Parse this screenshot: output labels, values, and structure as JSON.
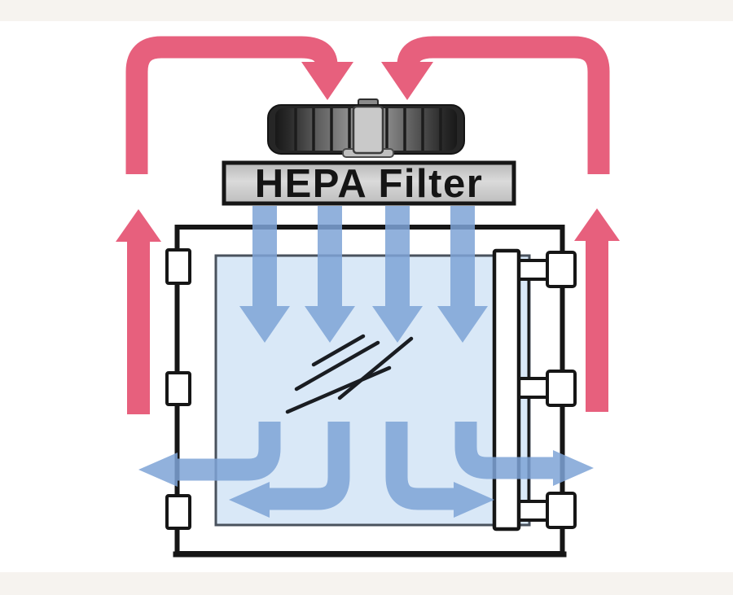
{
  "page": {
    "title": "HEPA filter laminar airflow diagram"
  },
  "filter_label": {
    "text": "HEPA Filter"
  },
  "diagram": {
    "fan": "blower-fan",
    "cabinet": "cabinet-with-glass-sash",
    "downflow_arrow_count": 4,
    "bottom_outflow_arrow_count": 4,
    "return_air_arrow_count": 2,
    "return_duct_count": 2
  },
  "colors": {
    "pink": "#e7607d",
    "blue": "#7ea4d7",
    "glass": "#d9e8f7",
    "glass_edge": "#49525d",
    "outline": "#161616",
    "label_text": "#151515",
    "fan_body": "#262626",
    "fan_hub": "#c9c9c9",
    "band": "#f6f3ef",
    "white": "#ffffff"
  }
}
